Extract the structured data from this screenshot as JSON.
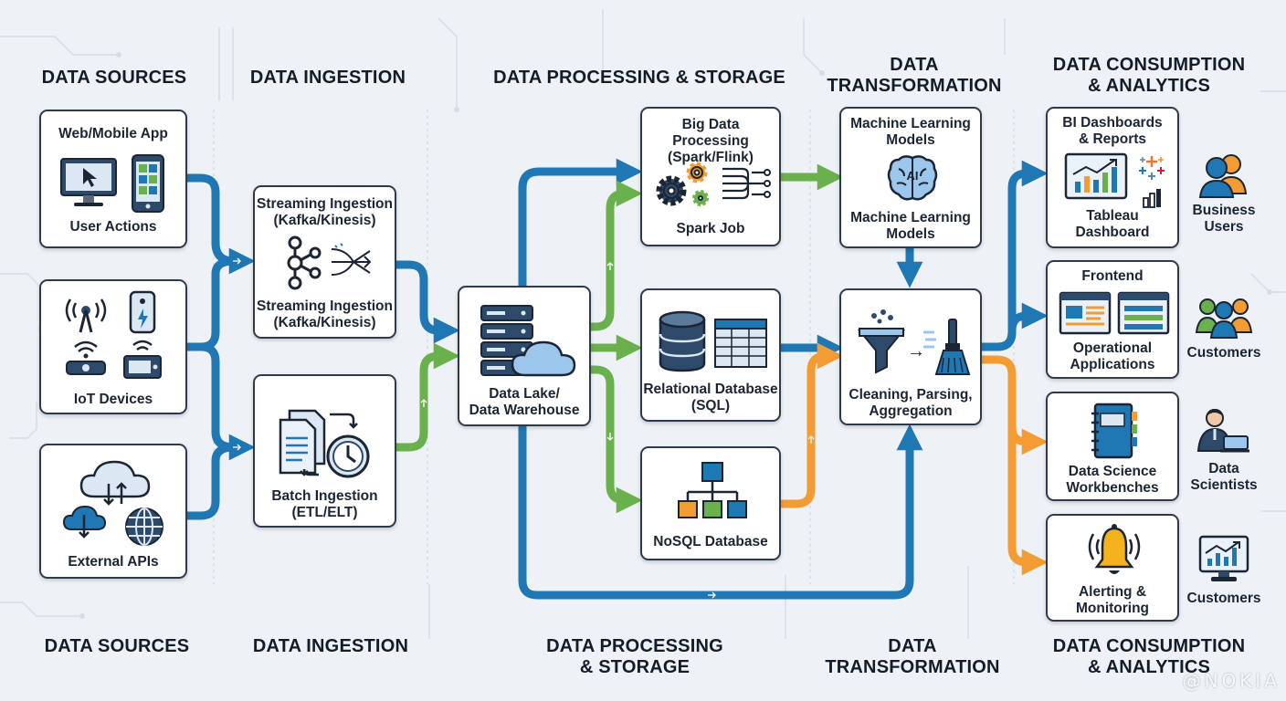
{
  "columns": {
    "top": [
      "DATA SOURCES",
      "DATA INGESTION",
      "DATA PROCESSING & STORAGE",
      "DATA\nTRANSFORMATION",
      "DATA CONSUMPTION\n& ANALYTICS"
    ],
    "bottom": [
      "DATA SOURCES",
      "DATA INGESTION",
      "DATA PROCESSING\n& STORAGE",
      "DATA\nTRANSFORMATION",
      "DATA CONSUMPTION\n& ANALYTICS"
    ]
  },
  "sources": {
    "web_app": {
      "title": "Web/Mobile App",
      "caption": "User Actions"
    },
    "iot": {
      "caption": "IoT Devices"
    },
    "apis": {
      "caption": "External APIs"
    }
  },
  "ingestion": {
    "streaming": {
      "title": "Streaming Ingestion\n(Kafka/Kinesis)",
      "caption": "Streaming Ingestion\n(Kafka/Kinesis)"
    },
    "batch": {
      "caption": "Batch Ingestion\n(ETL/ELT)"
    }
  },
  "storage": {
    "lake": {
      "caption": "Data Lake/\nData Warehouse"
    },
    "bigdata": {
      "title": "Big Data Processing\n(Spark/Flink)",
      "caption": "Spark Job"
    },
    "relational": {
      "caption": "Relational Database\n(SQL)"
    },
    "nosql": {
      "caption": "NoSQL Database"
    }
  },
  "transformation": {
    "ml": {
      "title": "Machine Learning\nModels",
      "caption": "Machine Learning\nModels",
      "icon_text": "AI"
    },
    "cleaning": {
      "caption": "Cleaning, Parsing,\nAggregation"
    }
  },
  "consumption": {
    "bi": {
      "title": "BI Dashboards\n& Reports",
      "caption": "Tableau\nDashboard"
    },
    "frontend": {
      "title": "Frontend",
      "caption": "Operational\nApplications"
    },
    "ds": {
      "caption": "Data Science\nWorkbenches"
    },
    "alerting": {
      "caption": "Alerting &\nMonitoring"
    }
  },
  "users": [
    "Business\nUsers",
    "Customers",
    "Data\nScientists",
    "Customers"
  ],
  "watermark": "@NOKIA",
  "colors": {
    "blue": "#1f77b4",
    "green": "#6ab04c",
    "orange": "#f39c34",
    "outline": "#2f3b4c"
  }
}
